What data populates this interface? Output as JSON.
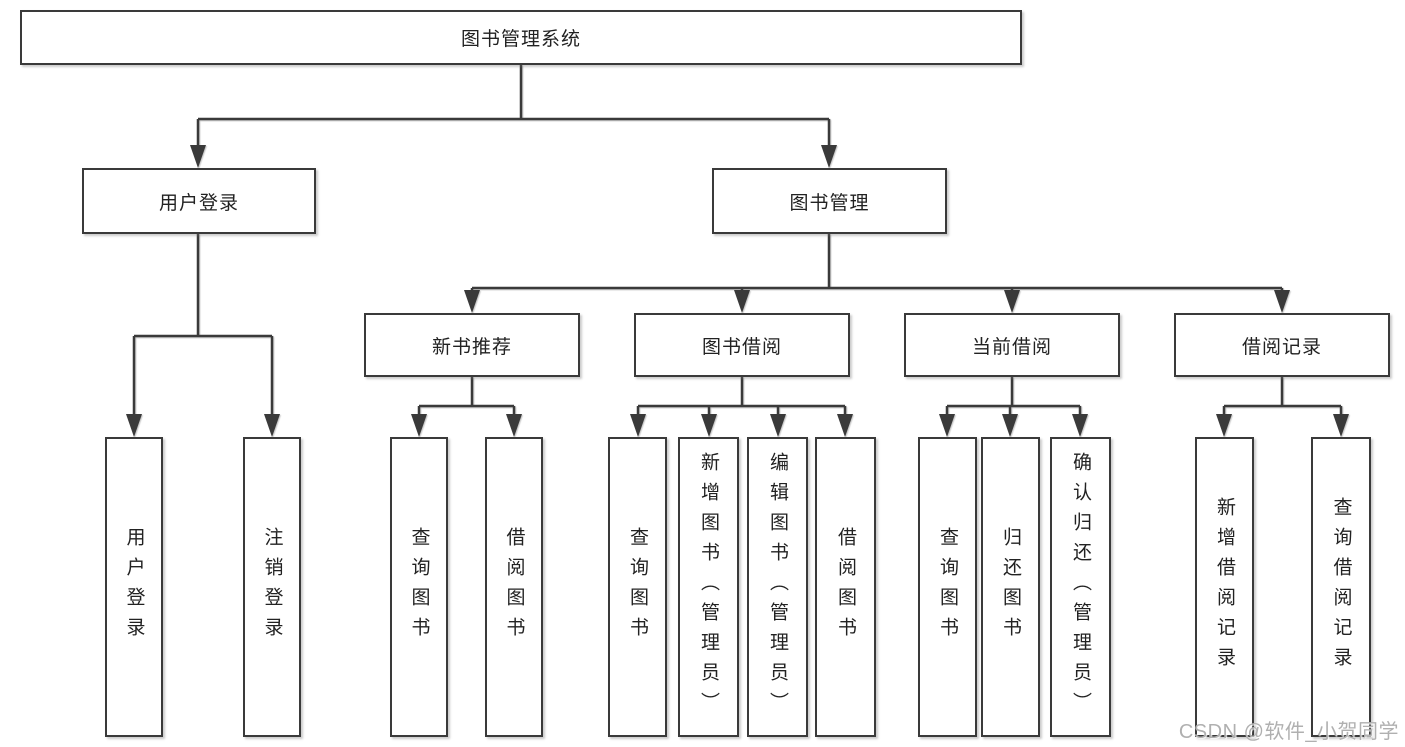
{
  "tree": {
    "label": "图书管理系统",
    "children": [
      {
        "label": "用户登录",
        "children": [
          {
            "label": "用户登录"
          },
          {
            "label": "注销登录"
          }
        ]
      },
      {
        "label": "图书管理",
        "children": [
          {
            "label": "新书推荐",
            "children": [
              {
                "label": "查询图书"
              },
              {
                "label": "借阅图书"
              }
            ]
          },
          {
            "label": "图书借阅",
            "children": [
              {
                "label": "查询图书"
              },
              {
                "label": "新增图书（管理员）"
              },
              {
                "label": "编辑图书（管理员）"
              },
              {
                "label": "借阅图书"
              }
            ]
          },
          {
            "label": "当前借阅",
            "children": [
              {
                "label": "查询图书"
              },
              {
                "label": "归还图书"
              },
              {
                "label": "确认归还（管理员）"
              }
            ]
          },
          {
            "label": "借阅记录",
            "children": [
              {
                "label": "新增借阅记录"
              },
              {
                "label": "查询借阅记录"
              }
            ]
          }
        ]
      }
    ]
  },
  "watermark": "CSDN @软件_小贺同学",
  "colors": {
    "line": "#3a3a3a",
    "box_border": "#3a3a3a",
    "text": "#222222",
    "background": "#ffffff",
    "watermark": "#b0b0b0"
  }
}
